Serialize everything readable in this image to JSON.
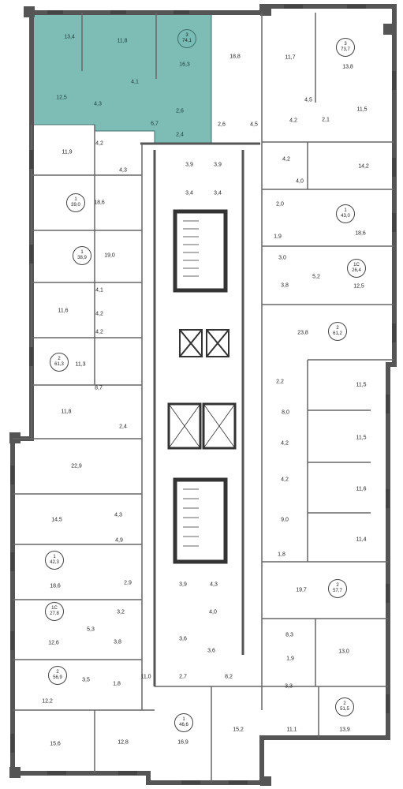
{
  "colors": {
    "selected_apartment": "#7dbdb6",
    "wall": "#555555",
    "background": "#ffffff"
  },
  "apartments": [
    {
      "id": "apt-left-top",
      "rooms": "3",
      "area": "74,1",
      "selected": true
    },
    {
      "id": "apt-right-top",
      "rooms": "3",
      "area": "73,7",
      "selected": false
    },
    {
      "id": "apt-right-1",
      "rooms": "1",
      "area": "43,0",
      "selected": false
    },
    {
      "id": "apt-left-1",
      "rooms": "1",
      "area": "39,0",
      "selected": false
    },
    {
      "id": "apt-left-2",
      "rooms": "1",
      "area": "38,9",
      "selected": false
    },
    {
      "id": "apt-right-1c",
      "rooms": "1С",
      "area": "26,4",
      "selected": false
    },
    {
      "id": "apt-left-3",
      "rooms": "2",
      "area": "61,3",
      "selected": false
    },
    {
      "id": "apt-right-2",
      "rooms": "2",
      "area": "61,2",
      "selected": false
    },
    {
      "id": "apt-right-3",
      "rooms": "2",
      "area": "57,7",
      "selected": false
    },
    {
      "id": "apt-left-4",
      "rooms": "1",
      "area": "42,3",
      "selected": false
    },
    {
      "id": "apt-left-1c",
      "rooms": "1С",
      "area": "27,8",
      "selected": false
    },
    {
      "id": "apt-left-5",
      "rooms": "2",
      "area": "56,9",
      "selected": false
    },
    {
      "id": "apt-right-4",
      "rooms": "2",
      "area": "51,5",
      "selected": false
    },
    {
      "id": "apt-bottom-1",
      "rooms": "1",
      "area": "46,6",
      "selected": false
    }
  ],
  "room_areas": [
    "13,4",
    "11,8",
    "16,3",
    "12,5",
    "4,1",
    "4,3",
    "6,7",
    "2,6",
    "2,4",
    "18,8",
    "11,7",
    "13,8",
    "4,5",
    "2,6",
    "4,5",
    "4,2",
    "2,1",
    "11,5",
    "11,9",
    "4,2",
    "4,3",
    "3,9",
    "3,9",
    "3,4",
    "3,4",
    "14,2",
    "4,2",
    "4,0",
    "18,6",
    "2,0",
    "18,6",
    "1,9",
    "19,0",
    "3,0",
    "5,2",
    "3,8",
    "12,5",
    "4,1",
    "11,6",
    "4,2",
    "4,2",
    "23,8",
    "11,3",
    "8,7",
    "2,2",
    "11,5",
    "11,8",
    "8,0",
    "2,4",
    "11,5",
    "22,9",
    "4,2",
    "4,2",
    "11,6",
    "14,5",
    "4,3",
    "4,9",
    "9,0",
    "11,4",
    "18,6",
    "2,9",
    "1,8",
    "3,9",
    "4,3",
    "19,7",
    "4,0",
    "3,2",
    "5,3",
    "12,6",
    "3,8",
    "3,6",
    "3,6",
    "8,3",
    "1,9",
    "13,0",
    "3,5",
    "1,8",
    "11,0",
    "2,7",
    "8,2",
    "12,2",
    "3,3",
    "15,6",
    "12,8",
    "16,9",
    "15,2",
    "11,1",
    "13,9"
  ]
}
